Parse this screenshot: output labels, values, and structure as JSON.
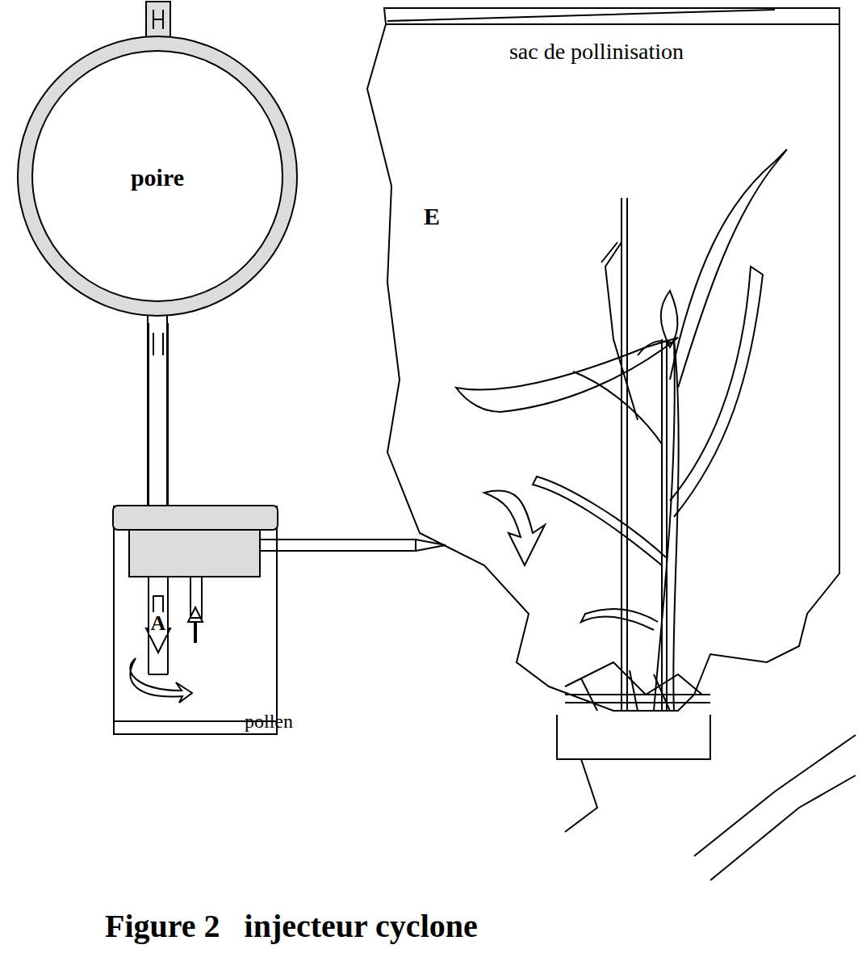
{
  "diagram": {
    "caption": "Figure 2   injecteur cyclone",
    "nodes": [
      {
        "text": [
          "poire"
        ]
      },
      {
        "text": [
          "A"
        ]
      },
      {
        "text": [
          "sac de pollinisation",
          "E"
        ]
      }
    ],
    "edges": [
      {
        "from": 0,
        "to": 1,
        "arrow": "none"
      },
      {
        "from": 1,
        "to": 2,
        "arrow": "none"
      }
    ],
    "labels": [
      "pollen"
    ]
  }
}
